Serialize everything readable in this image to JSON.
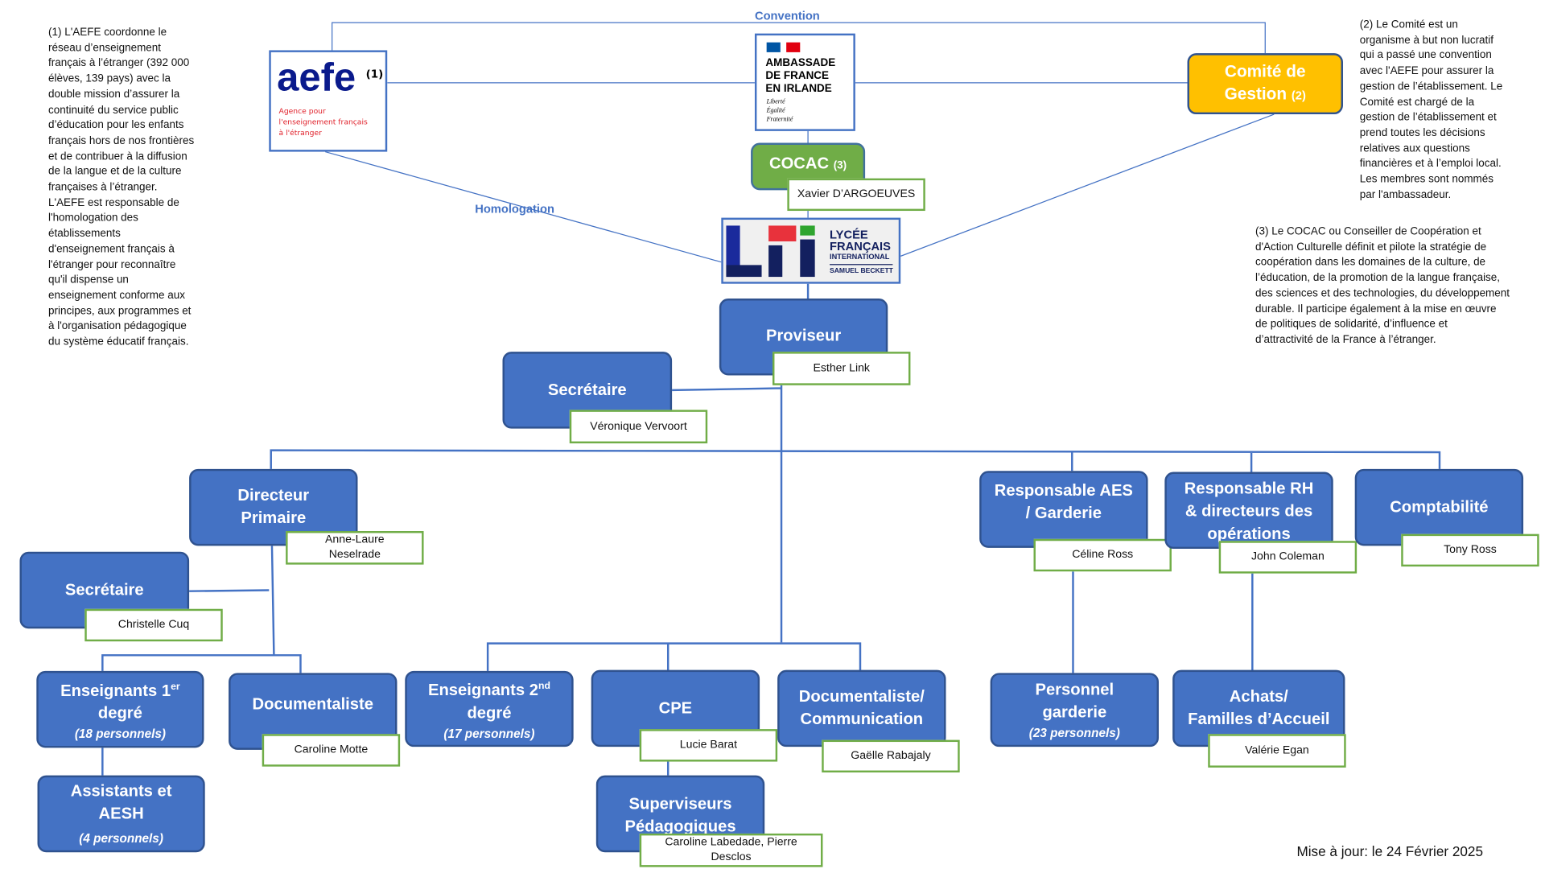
{
  "notes": {
    "aefe": "(1) L'AEFE coordonne le\nréseau d’enseignement\nfrançais à l’étranger (392 000\nélèves, 139 pays) avec la\ndouble mission d’assurer la\ncontinuité du service public\nd’éducation pour les enfants\nfrançais hors de nos frontières\net de contribuer à la diffusion\nde la langue et de la culture\nfrançaises à l’étranger.\nL'AEFE est responsable de\nl'homologation des\nétablissements\nd'enseignement français à\nl'étranger pour reconnaître\nqu'il dispense un\nenseignement conforme aux\nprincipes, aux programmes et\nà l'organisation pédagogique\ndu système éducatif français.",
    "comite": "(2)  Le Comité est un\norganisme à but non lucratif\nqui a passé une convention\navec l'AEFE pour assurer la\ngestion de l’établissement. Le\nComité est chargé de la\ngestion de l’établissement et\nprend toutes les décisions\nrelatives aux questions\nfinancières et à l’emploi local.\nLes membres sont nommés\npar l'ambassadeur.",
    "cocac": "(3) Le COCAC ou Conseiller de Coopération et\nd'Action Culturelle  définit et pilote la stratégie de\ncoopération dans les domaines de la culture, de\nl’éducation, de la promotion de la langue française,\ndes sciences et des technologies, du développement\ndurable. Il participe également à la mise en œuvre\nde politiques de solidarité, d’influence et\nd’attractivité de la France à l’étranger.",
    "update": "Mise à jour:  le 24 Février 2025"
  },
  "links": {
    "convention": "Convention",
    "homologation": "Homologation"
  },
  "logos": {
    "aefe": {
      "word": "aefe",
      "sup": "(1)",
      "tagline": "Agence pour\nl'enseignement français\nà l'étranger"
    },
    "ambassade": {
      "title": "AMBASSADE\nDE FRANCE\nEN IRLANDE",
      "motto": "Liberté\nÉgalité\nFraternité"
    },
    "lfi": {
      "line1": "LYCÉE",
      "line2": "FRANÇAIS",
      "line3": "INTERNATIONAL",
      "line4": "SAMUEL BECKETT"
    }
  },
  "colors": {
    "box": "#4472C4",
    "border": "#2F528F",
    "name_border": "#70AD47",
    "comite": "#FFC000",
    "cocac": "#70AD47"
  },
  "comite": {
    "title": "Comité de\nGestion",
    "ref": "(2)"
  },
  "cocac_box": {
    "title": "COCAC",
    "ref": "(3)",
    "name": "Xavier D’ARGOEUVES"
  },
  "nodes": {
    "proviseur": {
      "title": "Proviseur",
      "name": "Esther Link"
    },
    "secretaire": {
      "title": "Secrétaire",
      "name": "Véronique Vervoort"
    },
    "directeur": {
      "title": "Directeur\nPrimaire",
      "name": "Anne-Laure\nNeselrade"
    },
    "secretaire2": {
      "title": "Secrétaire",
      "name": "Christelle Cuq"
    },
    "ens1": {
      "title": "Enseignants 1",
      "sup": "er",
      "title2": "degré",
      "sub": "(18 personnels)"
    },
    "assistants": {
      "title": "Assistants et\nAESH",
      "sub": "(4 personnels)"
    },
    "doc": {
      "title": "Documentaliste",
      "name": "Caroline Motte"
    },
    "ens2": {
      "title": "Enseignants 2",
      "sup": "nd",
      "title2": "degré",
      "sub": "(17 personnels)"
    },
    "cpe": {
      "title": "CPE",
      "name": "Lucie Barat"
    },
    "superviseurs": {
      "title": "Superviseurs\nPédagogiques",
      "name": "Caroline Labedade, Pierre\nDesclos"
    },
    "doccom": {
      "title": "Documentaliste/\nCommunication",
      "name": "Gaëlle Rabajaly"
    },
    "aes": {
      "title": "Responsable AES\n/ Garderie",
      "name": "Céline Ross"
    },
    "garderie": {
      "title": "Personnel\ngarderie",
      "sub": "(23 personnels)"
    },
    "rh": {
      "title": "Responsable RH\n& directeurs des\nopérations",
      "name": "John Coleman"
    },
    "achats": {
      "title": "Achats/\nFamilles d’Accueil",
      "name": "Valérie Egan"
    },
    "compta": {
      "title": "Comptabilité",
      "name": "Tony Ross"
    }
  }
}
